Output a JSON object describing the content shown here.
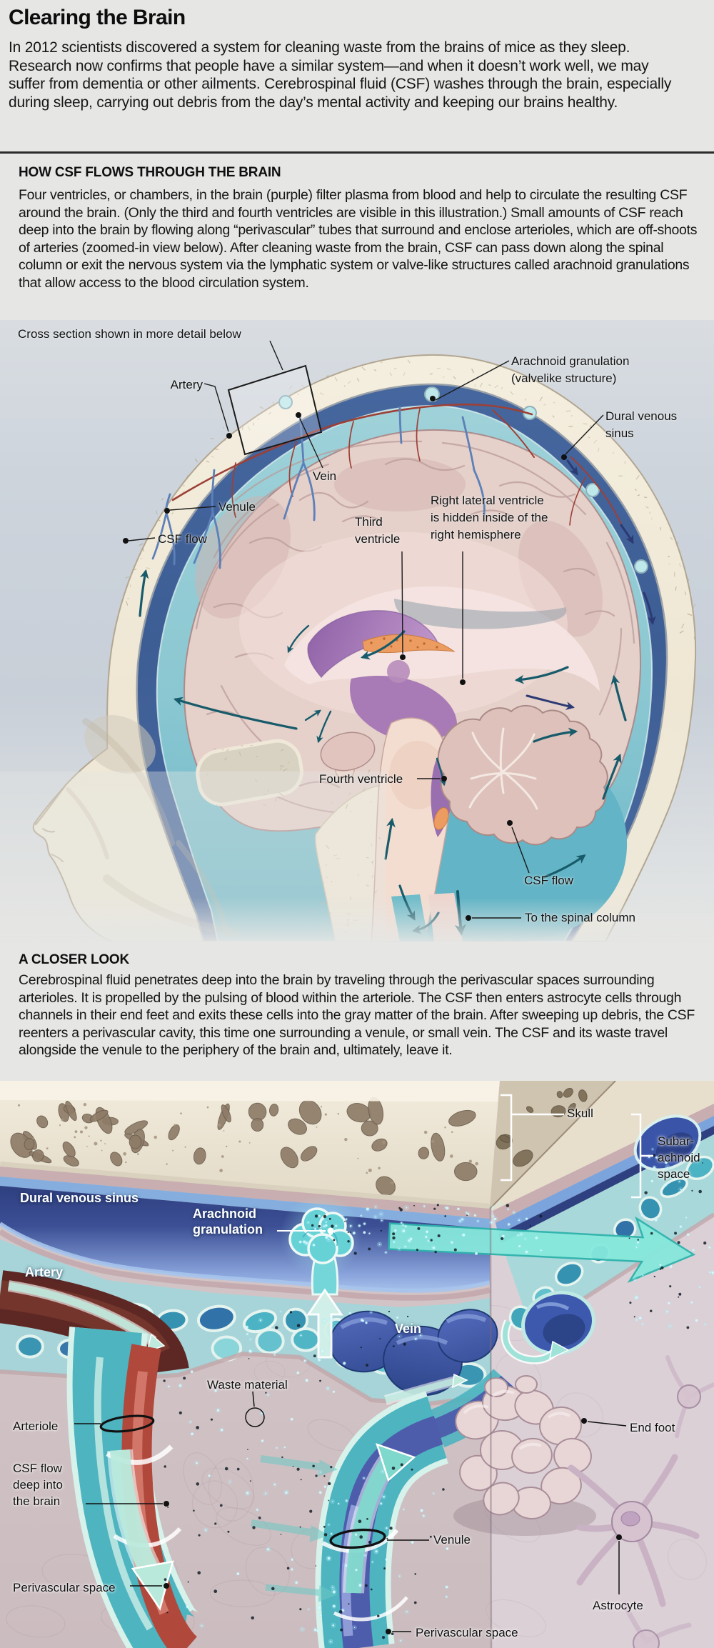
{
  "header": {
    "title": "Clearing the Brain",
    "intro": "In 2012 scientists discovered a system for cleaning waste from the brains of mice as they sleep. Research now confirms that people have a similar system—and when it doesn’t work well, we may suffer from dementia or other ailments. Cerebrospinal fluid (CSF) washes through the brain, especially during sleep, carrying out debris from the day’s mental activity and keeping our brains healthy."
  },
  "sections": {
    "how_csf_flows": {
      "heading": "HOW CSF FLOWS THROUGH THE BRAIN",
      "body": "Four ventricles, or chambers, in the brain (purple) filter plasma from blood and help to circulate the resulting CSF around the brain. (Only the third and fourth ventricles are visible in this illustration.) Small amounts of CSF reach deep into the brain by flowing along “perivascular” tubes that surround and enclose arterioles, which are off-shoots of arteries (zoomed-in view below). After cleaning waste from the brain, CSF can pass down along the spinal column or exit the nervous system via the lymphatic system or valve-like structures called arachnoid granulations that allow access to the blood circulation system."
    },
    "closer_look": {
      "heading": "A CLOSER LOOK",
      "body": "Cerebrospinal fluid penetrates deep into the brain by traveling through the perivascular spaces surrounding arterioles. It is propelled by the pulsing of blood within the arteriole. The CSF then enters astrocyte cells through channels in their end feet and exits these cells into the gray matter of the brain. After sweeping up debris, the CSF reenters a perivascular cavity, this time one surrounding a venule, or small vein. The CSF and its waste travel alongside the venule to the periphery of the brain and, ultimately, leave it."
    }
  },
  "figure1": {
    "name": "Sagittal head cross section showing CSF flow",
    "labels": {
      "cross_section_note": "Cross section shown in more detail below",
      "artery": "Artery",
      "arachnoid_granulation": "Arachnoid granulation\n(valvelike structure)",
      "dural_venous_sinus": "Dural venous\nsinus",
      "vein": "Vein",
      "venule": "Venule",
      "csf_flow_left": "CSF flow",
      "third_ventricle": "Third\nventricle",
      "right_lateral_ventricle": "Right lateral ventricle\nis hidden inside of the\nright hemisphere",
      "fourth_ventricle": "Fourth ventricle",
      "csf_flow_lower": "CSF flow",
      "to_spinal_column": "To the spinal column"
    }
  },
  "figure2": {
    "name": "Zoomed view of perivascular CSF flow",
    "labels": {
      "skull": "Skull",
      "subarachnoid_space": "Subar-\nachnoid\nspace",
      "dural_venous_sinus": "Dural venous sinus",
      "arachnoid_granulation": "Arachnoid\ngranulation",
      "artery": "Artery",
      "vein": "Vein",
      "waste_material": "Waste material",
      "arteriole": "Arteriole",
      "csf_flow_deep": "CSF flow\ndeep into\nthe brain",
      "perivascular_space_left": "Perivascular space",
      "end_foot": "End foot",
      "venule": "Venule",
      "astrocyte": "Astrocyte",
      "perivascular_space_bottom": "Perivascular space"
    }
  },
  "colors": {
    "page_background": "#e6e7e5",
    "body_text": "#161616",
    "figure1_background": "#cdd4dc",
    "bone_cream": "#f2ebdb",
    "brain_pink": "#e5d0ca",
    "csf_teal": "#7fc4cf",
    "sinus_navy": "#3e5d95",
    "ventricle_purple": "#9a6fb2",
    "choroid_orange": "#ec9c60",
    "artery_red": "#a8473b",
    "vein_indigo": "#4a59a8",
    "csf_arrow_dark_teal": "#175b6b",
    "bright_csf_arrow": "#86e8dc"
  }
}
